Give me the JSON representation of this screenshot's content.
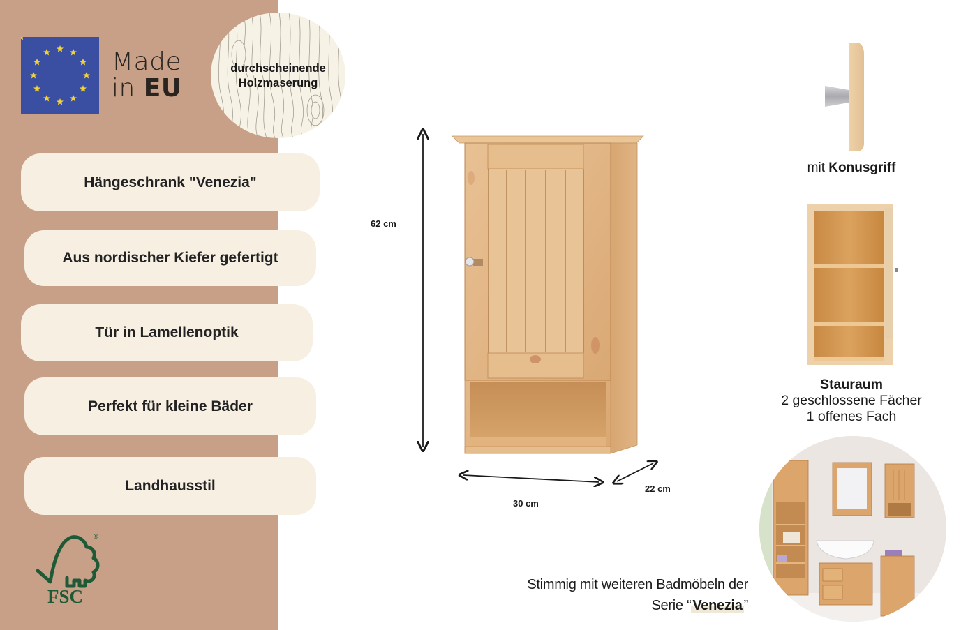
{
  "sidebar": {
    "background": "#c8a088",
    "made_in": "Made",
    "in_word": "in",
    "eu_word": "EU",
    "grain_badge": {
      "line1": "durchscheinende",
      "line2": "Holzmaserung"
    },
    "features": [
      {
        "label": "Hängeschrank \"Venezia\""
      },
      {
        "label": "Aus nordischer Kiefer gefertigt"
      },
      {
        "label": "Tür in Lamellenoptik"
      },
      {
        "label": "Perfekt für kleine Bäder"
      },
      {
        "label": "Landhausstil"
      }
    ],
    "fsc_label": "FSC",
    "fsc_registered": "®"
  },
  "dimensions": {
    "height": "62 cm",
    "width": "30 cm",
    "depth": "22 cm"
  },
  "knob": {
    "prefix": "mit",
    "name": "Konusgriff"
  },
  "storage": {
    "title": "Stauraum",
    "line1": "2 geschlossene Fächer",
    "line2": "1 offenes Fach"
  },
  "series": {
    "line1": "Stimmig mit weiteren Badmöbeln der",
    "line2_prefix": "Serie ",
    "open_quote": "“",
    "name": "Venezia",
    "close_quote": "”"
  },
  "colors": {
    "sidebar_bg": "#c8a088",
    "pill_bg": "#f6efe2",
    "eu_blue": "#3a4fa2",
    "eu_star": "#f2d23a",
    "fsc_green": "#1f5a36",
    "pine": "#e3b98a"
  }
}
